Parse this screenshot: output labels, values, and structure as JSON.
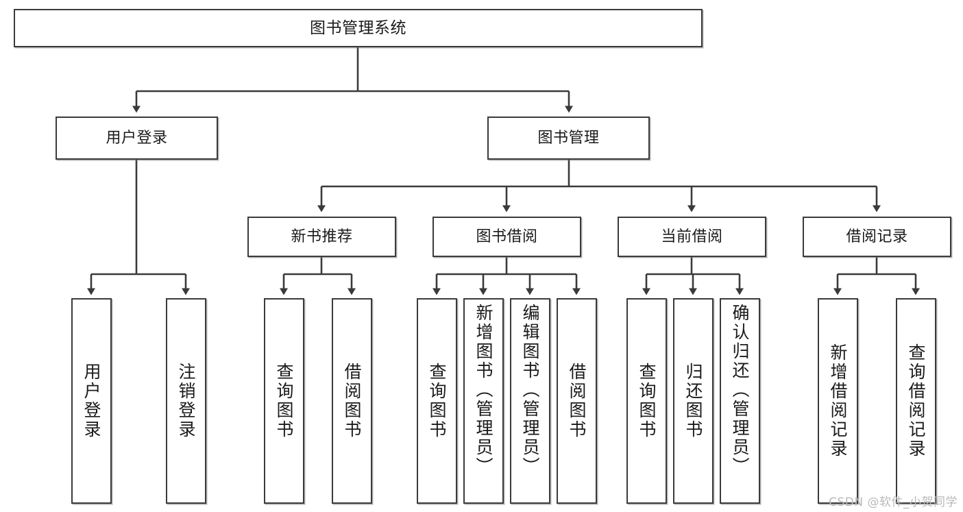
{
  "diagram": {
    "title": "图书管理系统",
    "type": "tree-hierarchy-diagram",
    "style": {
      "box_border_color": "#3a3a3a",
      "box_fill_color": "#ffffff",
      "connector_color": "#3a3a3a",
      "text_color": "#1a1a1a",
      "background_color": "#ffffff",
      "watermark_color": "#b9b9b9"
    },
    "root": {
      "label": "图书管理系统"
    },
    "level2": [
      {
        "label": "用户登录"
      },
      {
        "label": "图书管理"
      }
    ],
    "level3": [
      {
        "label": "新书推荐"
      },
      {
        "label": "图书借阅"
      },
      {
        "label": "当前借阅"
      },
      {
        "label": "借阅记录"
      }
    ],
    "leaves": {
      "user_login": [
        {
          "label": "用户登录"
        },
        {
          "label": "注销登录"
        }
      ],
      "new_book_recommend": [
        {
          "label": "查询图书"
        },
        {
          "label": "借阅图书"
        }
      ],
      "book_borrow": [
        {
          "label": "查询图书"
        },
        {
          "label": "新增图书（管理员）"
        },
        {
          "label": "编辑图书（管理员）"
        },
        {
          "label": "借阅图书"
        }
      ],
      "current_borrow": [
        {
          "label": "查询图书"
        },
        {
          "label": "归还图书"
        },
        {
          "label": "确认归还（管理员）"
        }
      ],
      "borrow_record": [
        {
          "label": "新增借阅记录"
        },
        {
          "label": "查询借阅记录"
        }
      ]
    }
  },
  "watermark": {
    "text": "CSDN @软件_小贺同学"
  }
}
